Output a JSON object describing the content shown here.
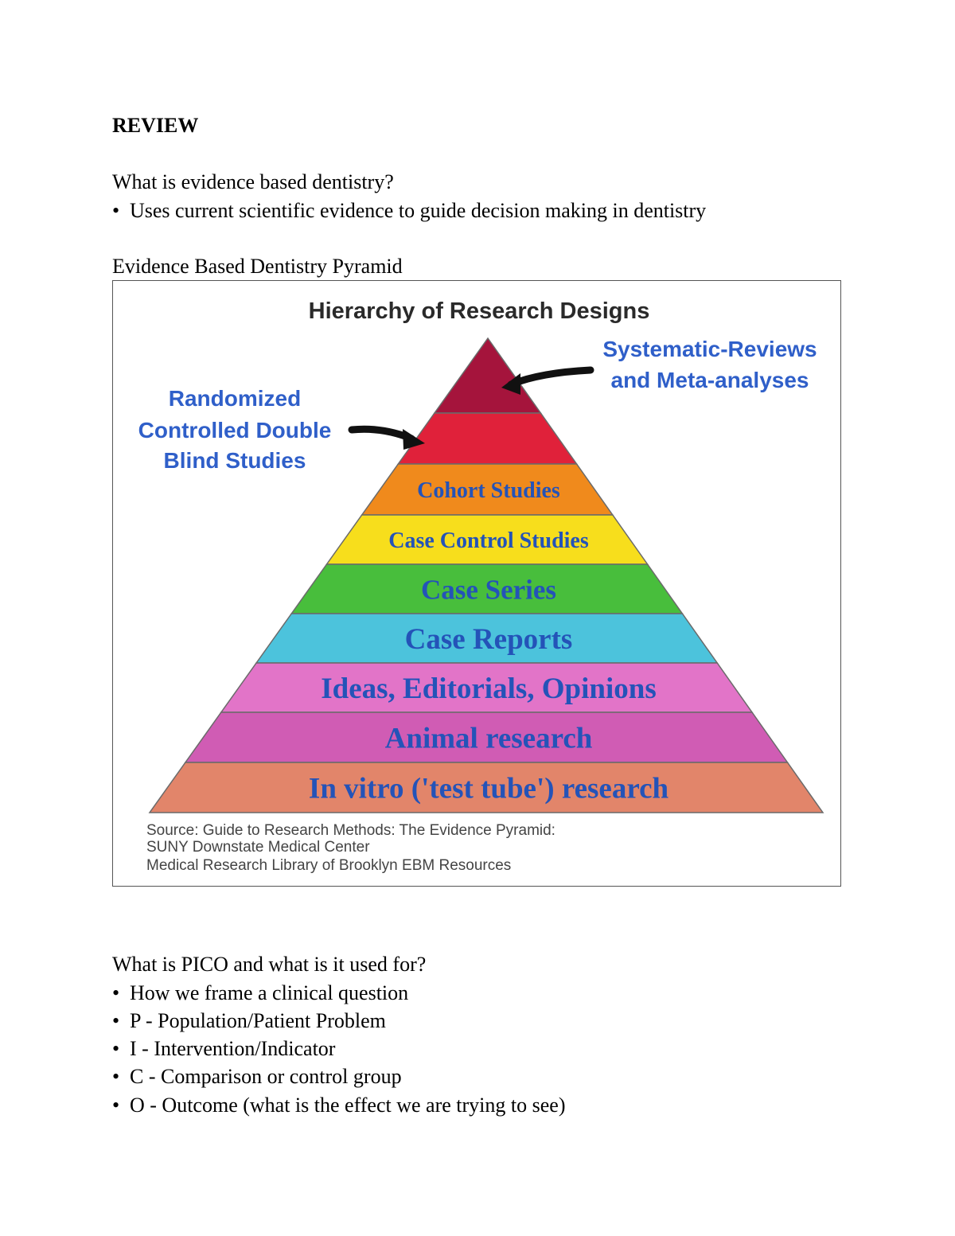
{
  "heading": "REVIEW",
  "q1": {
    "question": "What is evidence based dentistry?",
    "answer": "Uses current scientific evidence to guide decision making in dentistry"
  },
  "pyramid_caption": "Evidence Based Dentistry Pyramid",
  "figure": {
    "title": "Hierarchy of Research Designs",
    "callout_top": [
      "Systematic-Reviews",
      "and Meta-analyses"
    ],
    "callout_left": [
      "Randomized",
      "Controlled Double",
      "Blind Studies"
    ],
    "tiers": [
      {
        "label": "",
        "color": "#a5143c"
      },
      {
        "label": "",
        "color": "#e0213a"
      },
      {
        "label": "Cohort Studies",
        "color": "#f08a1c"
      },
      {
        "label": "Case Control Studies",
        "color": "#f7de1c"
      },
      {
        "label": "Case Series",
        "color": "#48be3c"
      },
      {
        "label": "Case Reports",
        "color": "#4cc3dc"
      },
      {
        "label": "Ideas, Editorials, Opinions",
        "color": "#e274c8"
      },
      {
        "label": "Animal research",
        "color": "#d05cb4"
      },
      {
        "label": "In vitro ('test tube') research",
        "color": "#e2856a"
      }
    ],
    "source": [
      "Source: Guide to Research Methods: The Evidence Pyramid:",
      "SUNY Downstate Medical Center",
      "Medical Research Library of Brooklyn EBM Resources"
    ]
  },
  "q2": {
    "question": "What is PICO and what is it used for?",
    "items": [
      "How we frame a clinical question",
      "P - Population/Patient Problem",
      "I - Intervention/Indicator",
      "C - Comparison or control group",
      "O - Outcome (what is the effect we are trying to see)"
    ]
  }
}
